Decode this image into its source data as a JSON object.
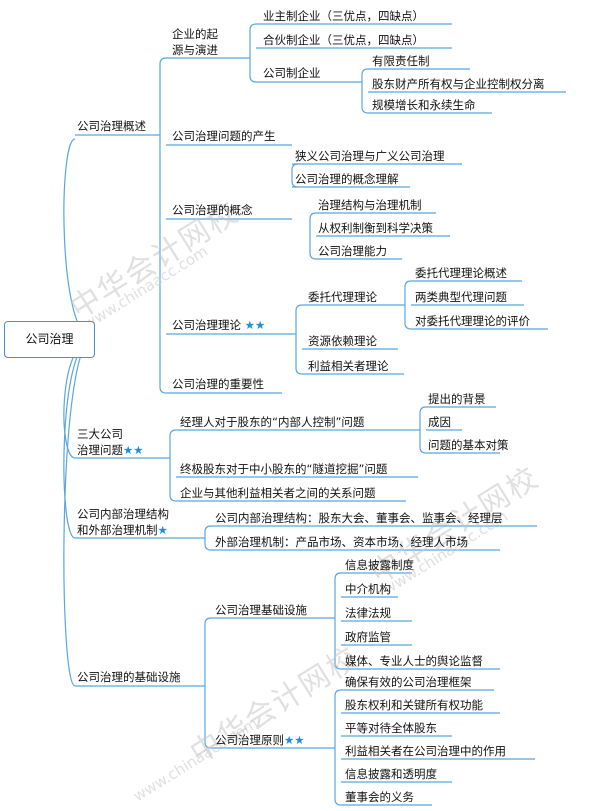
{
  "root": "公司治理",
  "star_mark": "★★",
  "star_single": "★",
  "watermark": {
    "cn": "中华会计网校",
    "url": "www.chinaacc.com"
  },
  "branches": {
    "overview": {
      "label": "公司治理概述",
      "origin": {
        "line1": "企业的起",
        "line2": "源与演进",
        "sole": "业主制企业（三优点，四缺点）",
        "partnership": "合伙制企业（三优点，四缺点）",
        "company": "公司制企业",
        "company_children": [
          "有限责任制",
          "股东财产所有权与企业控制权分离",
          "规模增长和永续生命"
        ]
      },
      "problem": "公司治理问题的产生",
      "concept": {
        "label": "公司治理的概念",
        "narrow_broad": "狭义公司治理与广义公司治理",
        "understanding": "公司治理的概念理解",
        "understanding_children": [
          "治理结构与治理机制",
          "从权利制衡到科学决策",
          "公司治理能力"
        ]
      },
      "theory": {
        "label": "公司治理理论",
        "agency": "委托代理理论",
        "agency_children": [
          "委托代理理论概述",
          "两类典型代理问题",
          "对委托代理理论的评价"
        ],
        "resource": "资源依赖理论",
        "stakeholder": "利益相关者理论"
      },
      "importance": "公司治理的重要性"
    },
    "three_problems": {
      "line1": "三大公司",
      "line2": "治理问题",
      "insider": "经理人对于股东的“内部人控制”问题",
      "insider_children": [
        "提出的背景",
        "成因",
        "问题的基本对策"
      ],
      "tunneling": "终极股东对于中小股东的“隧道挖掘”问题",
      "stakeholders": "企业与其他利益相关者之间的关系问题"
    },
    "structure": {
      "line1": "公司内部治理结构",
      "line2": "和外部治理机制",
      "internal": "公司内部治理结构：股东大会、董事会、监事会、经理层",
      "external": "外部治理机制：产品市场、资本市场、经理人市场"
    },
    "infrastructure": {
      "label": "公司治理的基础设施",
      "facilities": {
        "label": "公司治理基础设施",
        "children": [
          "信息披露制度",
          "中介机构",
          "法律法规",
          "政府监管",
          "媒体、专业人士的舆论监督"
        ]
      },
      "principles": {
        "label": "公司治理原则",
        "children": [
          "确保有效的公司治理框架",
          "股东权利和关键所有权功能",
          "平等对待全体股东",
          "利益相关者在公司治理中的作用",
          "信息披露和透明度",
          "董事会的义务"
        ]
      }
    }
  },
  "colors": {
    "line": "#5aa6dc",
    "star": "#1b8fe0",
    "text": "#111111",
    "watermark": "#c8c8c8"
  }
}
